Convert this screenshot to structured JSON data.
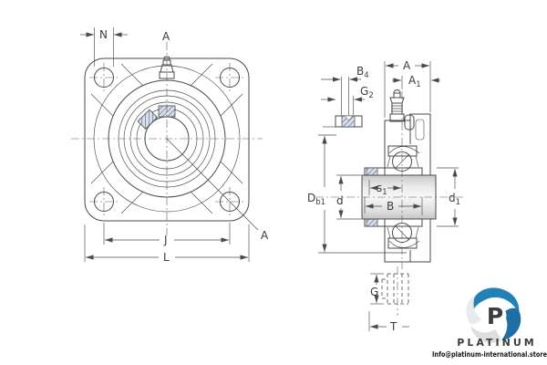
{
  "front_view": {
    "dims": {
      "n": "N",
      "a_top": "A",
      "a_leader": "A",
      "j": "J",
      "l": "L"
    }
  },
  "side_view": {
    "dims": {
      "b4": {
        "main": "B",
        "sub": "4"
      },
      "g2": {
        "main": "G",
        "sub": "2"
      },
      "a": "A",
      "a1": {
        "main": "A",
        "sub": "1"
      },
      "db1": {
        "main": "D",
        "sub": "b1"
      },
      "d": "d",
      "s1": {
        "main": "s",
        "sub": "1"
      },
      "b": "B",
      "d1": {
        "main": "d",
        "sub": "1"
      },
      "g": "G",
      "t": "T"
    }
  },
  "branding": {
    "logo_letter": "P",
    "wordmark": "PLATINUM",
    "contact": "Info@platinum-international.store"
  },
  "colors": {
    "line": "#4a4a4a",
    "housing_fill": "#bac8e9",
    "bore_fill": "#e9ecf0",
    "shaft_mid": "#f6f6f6",
    "shaft_edge": "#cccccc",
    "brand_blue": "#2382b5",
    "brand_dark_blue": "#1d6fa5",
    "petal_grey": "#dcdfe2"
  }
}
